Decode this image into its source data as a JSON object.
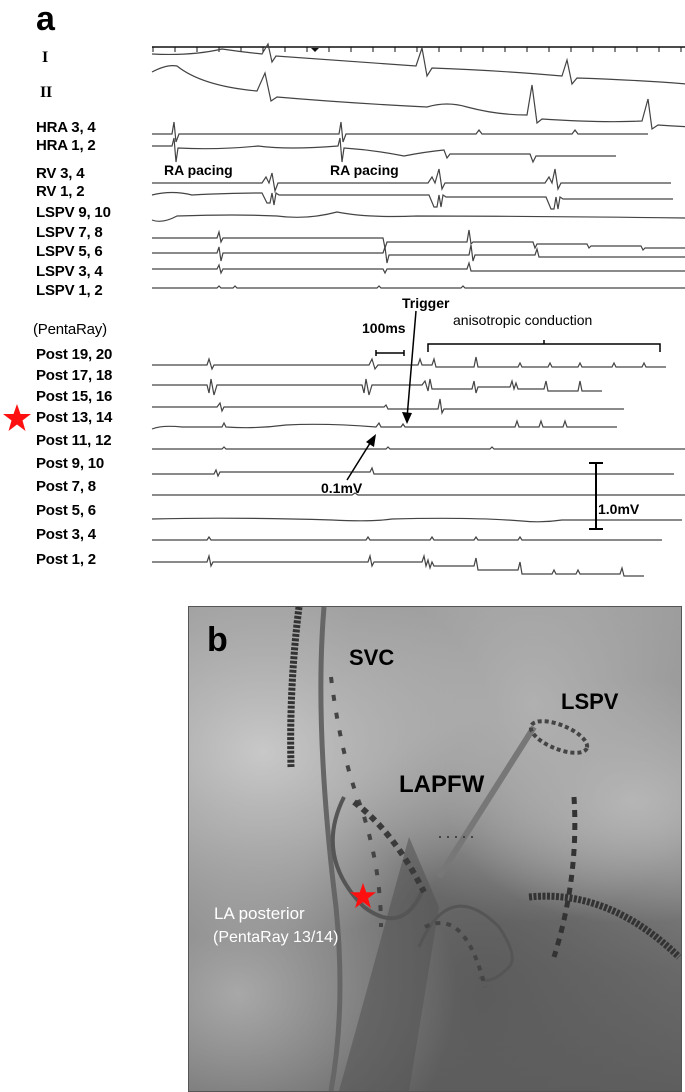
{
  "panel_a": {
    "letter": "a",
    "lead_labels": [
      "I",
      "II"
    ],
    "channel_labels": [
      "HRA 3, 4",
      "HRA 1, 2",
      "RV 3, 4",
      "RV 1, 2",
      "LSPV 9, 10",
      "LSPV 7, 8",
      "LSPV 5, 6",
      "LSPV 3, 4",
      "LSPV 1, 2"
    ],
    "group_label": "(PentaRay)",
    "pentaray_labels": [
      "Post 19, 20",
      "Post 17, 18",
      "Post 15, 16",
      "Post 13, 14",
      "Post 11, 12",
      "Post 9, 10",
      "Post 7, 8",
      "Post 5, 6",
      "Post 3, 4",
      "Post 1, 2"
    ],
    "starred_channel": "Post 13, 14",
    "annotations": {
      "ra_pacing_1": "RA pacing",
      "ra_pacing_2": "RA pacing",
      "trigger": "Trigger",
      "time_scale": "100ms",
      "anisotropic": "anisotropic conduction",
      "amp_small": "0.1mV",
      "amp_scale": "1.0mV"
    },
    "star_color": "#ff0000"
  },
  "panel_b": {
    "letter": "b",
    "labels": {
      "svc": "SVC",
      "lspv": "LSPV",
      "lapfw": "LAPFW",
      "la_posterior": "LA posterior",
      "pentaray_site": "(PentaRay 13/14)"
    },
    "star_color": "#ff0000"
  }
}
